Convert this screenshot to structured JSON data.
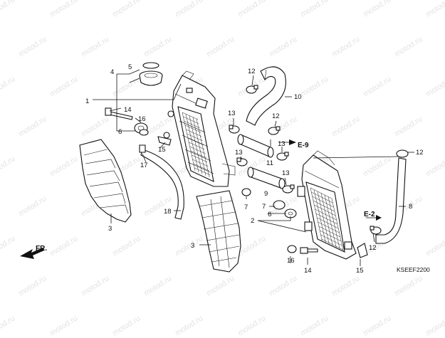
{
  "watermark": "motod.ru",
  "diagram_code": "KSEEF2200",
  "direction_label": "FR.",
  "references": {
    "e9": "E-9",
    "e2": "E-2"
  },
  "callouts": {
    "c1": "1",
    "c2": "2",
    "c3a": "3",
    "c3b": "3",
    "c4": "4",
    "c5": "5",
    "c6a": "6",
    "c6b": "6",
    "c7a": "7",
    "c7b": "7",
    "c8": "8",
    "c9": "9",
    "c10": "10",
    "c11": "11",
    "c12a": "12",
    "c12b": "12",
    "c12c": "12",
    "c12d": "12",
    "c13a": "13",
    "c13b": "13",
    "c13c": "13",
    "c13d": "13",
    "c14a": "14",
    "c14b": "14",
    "c15a": "15",
    "c15b": "15",
    "c16a": "16",
    "c16b": "16",
    "c17": "17",
    "c18": "18"
  }
}
